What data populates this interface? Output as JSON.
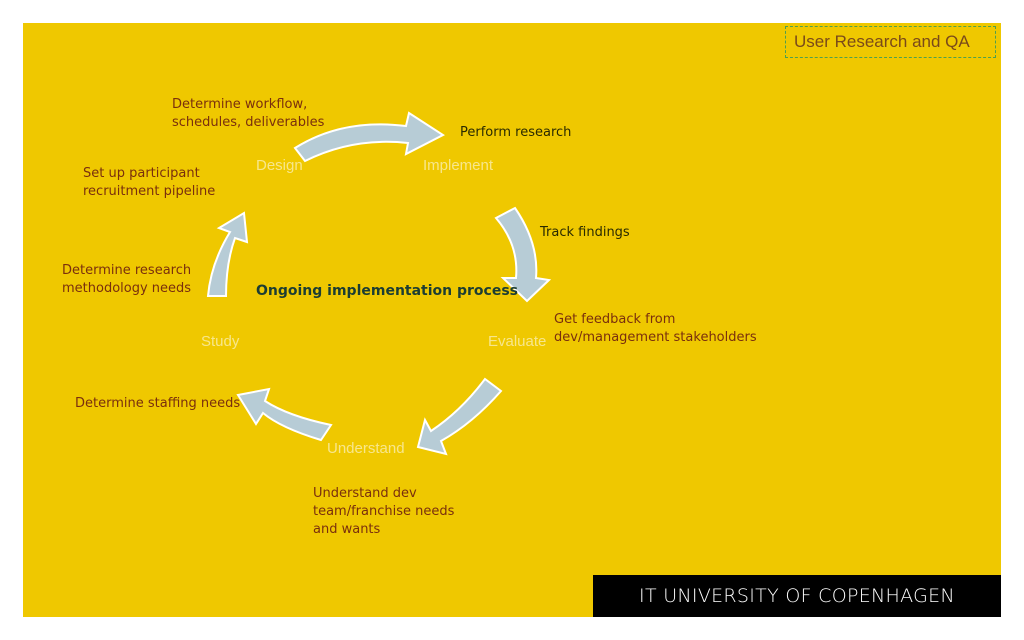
{
  "tag": "User Research and QA",
  "logo": "IT UNIVERSITY OF COPENHAGEN",
  "center": "Ongoing implementation process",
  "stages": {
    "design": "Design",
    "implement": "Implement",
    "evaluate": "Evaluate",
    "understand": "Understand",
    "study": "Study"
  },
  "notes": {
    "workflow": [
      "Determine workflow,",
      "schedules, deliverables"
    ],
    "perform": "Perform research",
    "recruit": [
      "Set up participant",
      "recruitment pipeline"
    ],
    "track": "Track findings",
    "methodology": [
      "Determine research",
      "methodology needs"
    ],
    "feedback": [
      "Get feedback from",
      "dev/management stakeholders"
    ],
    "staffing": "Determine staffing needs",
    "understand": [
      "Understand dev",
      "team/franchise needs",
      "and wants"
    ]
  },
  "colors": {
    "background": "#efc800",
    "arrow_fill": "#b7ccd6",
    "arrow_stroke": "#ffffff",
    "note_text": "#7a2f0d",
    "center_text": "#1c3d33"
  }
}
